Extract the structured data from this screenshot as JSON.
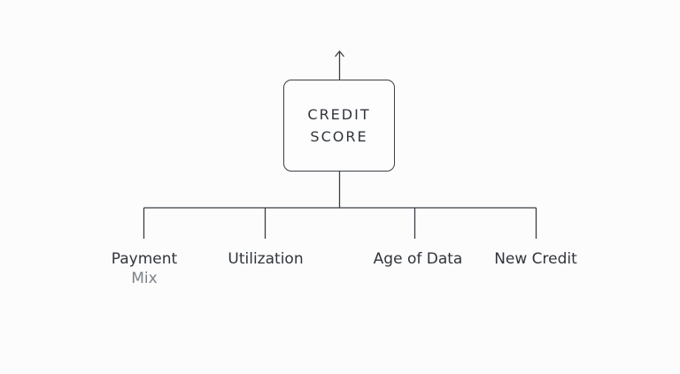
{
  "root": {
    "line1": "CREDIT",
    "line2": "SCORE"
  },
  "children": [
    {
      "label": "Payment",
      "sublabel": "Mix"
    },
    {
      "label": "Utilization"
    },
    {
      "label": "Age of Data"
    },
    {
      "label": "New Credit"
    }
  ],
  "colors": {
    "line": "#3a3f45",
    "text": "#30353b",
    "subtext": "#7d8288",
    "background": "#fcfcfc"
  }
}
